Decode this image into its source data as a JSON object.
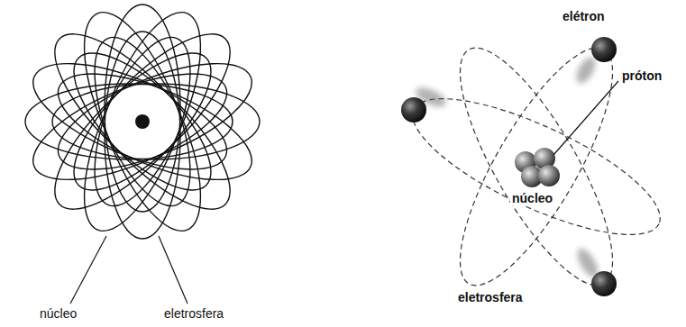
{
  "diagram": {
    "labels": [
      "núcleo",
      "eletrosfera",
      "elétron",
      "próton",
      "núcleo",
      "eletrosfera"
    ]
  }
}
